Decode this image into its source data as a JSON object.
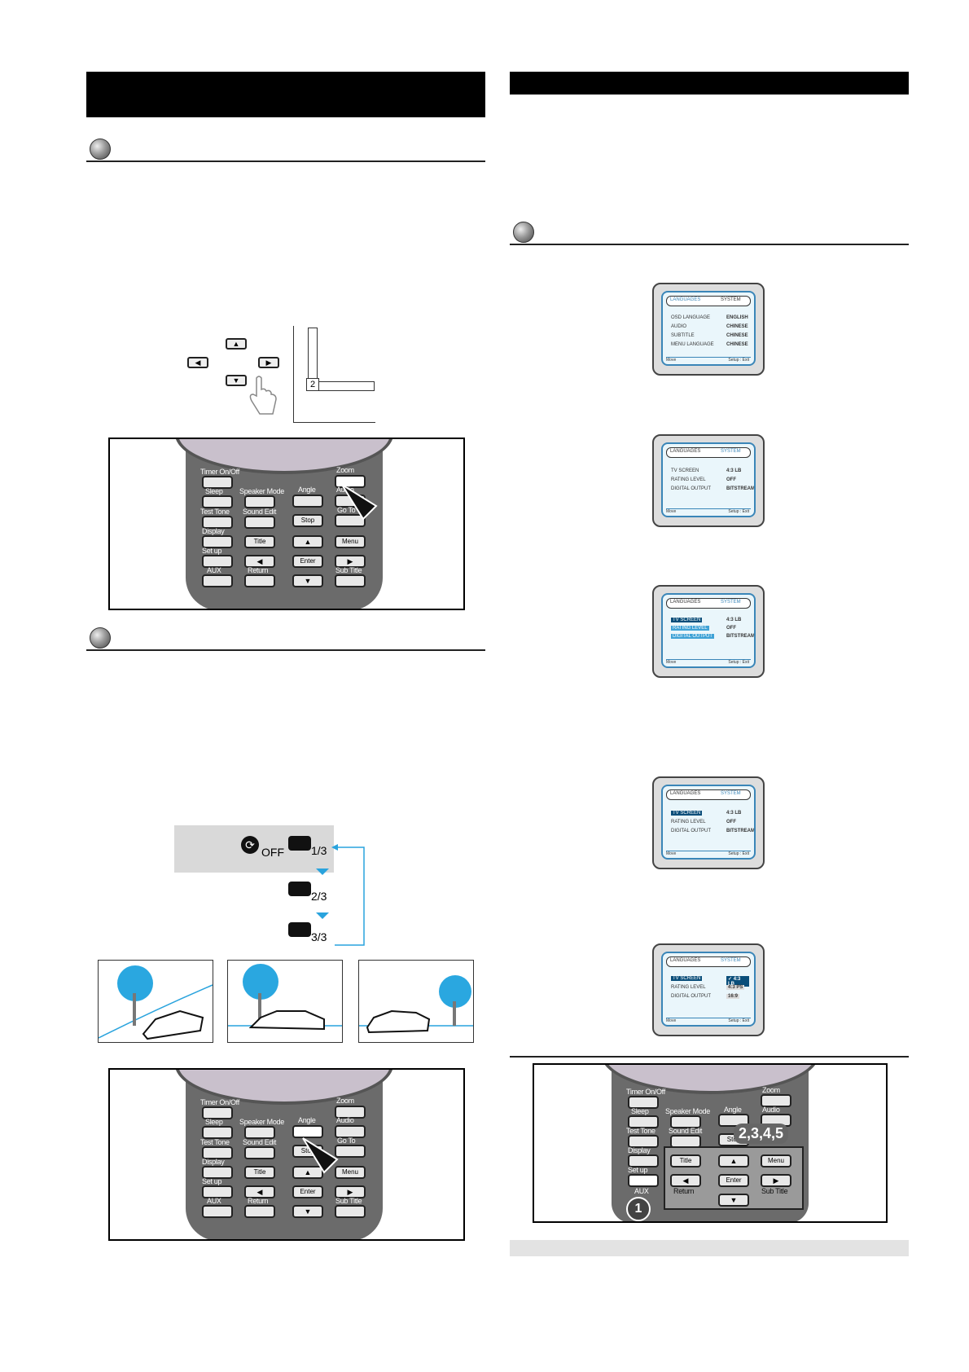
{
  "remote_top": {
    "labels": [
      "Timer On/Off",
      "Zoom",
      "Sleep",
      "Speaker Mode",
      "Angle",
      "Audio",
      "Test Tone",
      "Sound Edit",
      "Stop",
      "Go To",
      "Display",
      "Title",
      "Menu",
      "Set up",
      "Enter",
      "AUX",
      "Return",
      "Sub Title"
    ]
  },
  "remote_mid": {
    "labels": [
      "Timer On/Off",
      "Zoom",
      "Sleep",
      "Speaker Mode",
      "Angle",
      "Audio",
      "Test Tone",
      "Sound Edit",
      "Stop",
      "Go To",
      "Display",
      "Title",
      "Menu",
      "Set up",
      "Enter",
      "AUX",
      "Return",
      "Sub Title"
    ]
  },
  "remote_bottom": {
    "labels": [
      "Timer On/Off",
      "Zoom",
      "Sleep",
      "Speaker Mode",
      "Angle",
      "Audio",
      "Test Tone",
      "Sound Edit",
      "Stop",
      "Display",
      "Title",
      "Menu",
      "Set up",
      "Enter",
      "AUX",
      "Return",
      "Sub Title"
    ],
    "callout_steps": "2,3,4,5",
    "callout_one": "1"
  },
  "zoom_diagram": {
    "zoom_level": "2"
  },
  "angle_diagram": {
    "off_label": "OFF",
    "angles": [
      "1/3",
      "2/3",
      "3/3"
    ]
  },
  "screens": [
    {
      "tabs": [
        "LANGUAGES",
        "SYSTEM"
      ],
      "rows": [
        {
          "k": "OSD LANGUAGE",
          "v": "ENGLISH"
        },
        {
          "k": "AUDIO",
          "v": "CHINESE"
        },
        {
          "k": "SUBTITLE",
          "v": "CHINESE"
        },
        {
          "k": "MENU LANGUAGE",
          "v": "CHINESE"
        }
      ],
      "foot_left": "Move",
      "foot_right": "Setup : Exit"
    },
    {
      "tabs": [
        "LANGUAGES",
        "SYSTEM"
      ],
      "rows": [
        {
          "k": "TV SCREEN",
          "v": "4:3 LB"
        },
        {
          "k": "RATING LEVEL",
          "v": "OFF"
        },
        {
          "k": "DIGITAL OUTPUT",
          "v": "BITSTREAM"
        }
      ],
      "foot_left": "Move",
      "foot_right": "Setup : Exit"
    },
    {
      "tabs": [
        "LANGUAGES",
        "SYSTEM"
      ],
      "rows": [
        {
          "k": "TV SCREEN",
          "v": "4:3 LB"
        },
        {
          "k": "RATING LEVEL",
          "v": "OFF"
        },
        {
          "k": "DIGITAL OUTPUT",
          "v": "BITSTREAM"
        }
      ],
      "foot_left": "Move",
      "foot_right": "Setup : Exit"
    },
    {
      "tabs": [
        "LANGUAGES",
        "SYSTEM"
      ],
      "rows": [
        {
          "k": "TV SCREEN",
          "v": "4:3 LB"
        },
        {
          "k": "RATING LEVEL",
          "v": "OFF"
        },
        {
          "k": "DIGITAL OUTPUT",
          "v": "BITSTREAM"
        }
      ],
      "foot_left": "Move",
      "foot_right": "Setup : Exit"
    },
    {
      "tabs": [
        "LANGUAGES",
        "SYSTEM"
      ],
      "rows": [
        {
          "k": "TV SCREEN",
          "v": "✓ 4:3 LB"
        },
        {
          "k": "RATING LEVEL",
          "v": "4:3 PS"
        },
        {
          "k": "DIGITAL OUTPUT",
          "v": "16:9"
        }
      ],
      "foot_left": "Move",
      "foot_right": "Setup : Exit"
    }
  ]
}
